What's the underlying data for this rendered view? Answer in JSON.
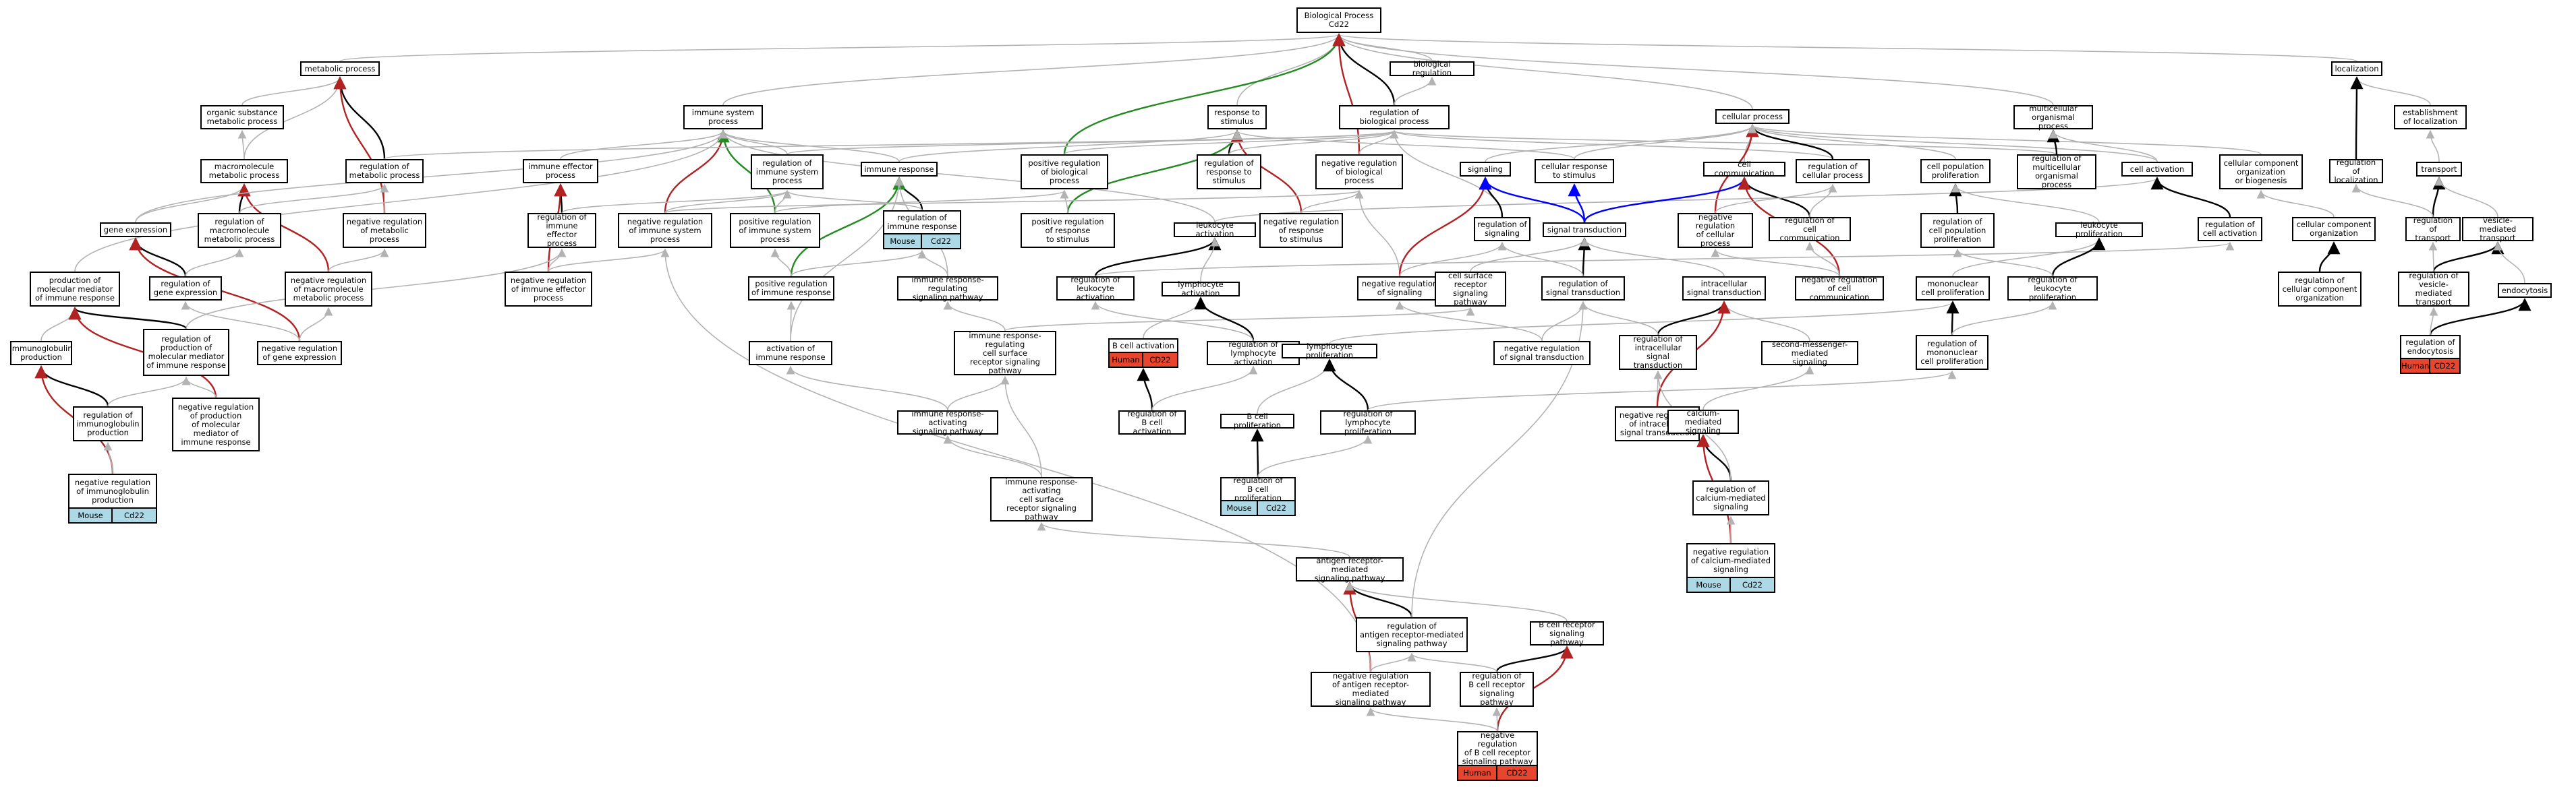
{
  "colors": {
    "gray": "#b3b3b3",
    "black": "#000000",
    "red": "#b22222",
    "green": "#228b22",
    "blue": "#0000ff",
    "mouse": "#add8e6",
    "human": "#e8452e"
  },
  "nodes": {
    "root": "Biological Process\nCd22",
    "meta": "metabolic process",
    "bioreg": "biological regulation",
    "loc": "localization",
    "orgsub": "organic substance\nmetabolic process",
    "imsys": "immune system\nprocess",
    "resp": "response to\nstimulus",
    "regbio": "regulation of\nbiological process",
    "cellproc": "cellular process",
    "multi": "multicellular\norganismal process",
    "estloc": "establishment\nof localization",
    "macro": "macromolecule\nmetabolic process",
    "regmeta": "regulation of\nmetabolic process",
    "imeff": "immune effector\nprocess",
    "regimsys": "regulation of\nimmune system\nprocess",
    "imresp": "immune response",
    "posbio": "positive regulation\nof biological\nprocess",
    "regresp": "regulation of\nresponse to\nstimulus",
    "negbio": "negative regulation\nof biological\nprocess",
    "signaling": "signaling",
    "cellresp": "cellular response\nto stimulus",
    "cellcomm": "cell communication",
    "regcell": "regulation of\ncellular process",
    "cellpop": "cell population\nproliferation",
    "regmulti": "regulation of\nmulticellular\norganismal process",
    "cellact": "cell activation",
    "ccorg": "cellular component\norganization\nor biogenesis",
    "regloc": "regulation of\nlocalization",
    "transport": "transport",
    "geneexp": "gene expression",
    "regmacro": "regulation of\nmacromolecule\nmetabolic process",
    "negmeta": "negative regulation\nof metabolic\nprocess",
    "regimeff": "regulation of\nimmune effector\nprocess",
    "negimsys": "negative regulation\nof immune system\nprocess",
    "posimsys": "positive regulation\nof immune system\nprocess",
    "regimresp": "regulation of\nimmune response",
    "posresp": "positive regulation\nof response\nto stimulus",
    "leukact": "leukocyte activation",
    "negresp": "negative regulation\nof response\nto stimulus",
    "regsig": "regulation of\nsignaling",
    "sigtrans": "signal transduction",
    "negcell": "negative regulation\nof cellular\nprocess",
    "regcellcomm": "regulation of\ncell communication",
    "regcellpop": "regulation of\ncell population\nproliferation",
    "leukprol": "leukocyte proliferation",
    "regcellact": "regulation of\ncell activation",
    "ccorg2": "cellular component\norganization",
    "regtrans": "regulation of\ntransport",
    "vesicle": "vesicle-mediated\ntransport",
    "prodmol": "production of\nmolecular mediator\nof immune response",
    "reggene": "regulation of\ngene expression",
    "negmacro": "negative regulation\nof macromolecule\nmetabolic process",
    "negimeff": "negative regulation\nof immune effector\nprocess",
    "posimresp": "positive regulation\nof immune response",
    "imrespreg": "immune response-regulating\nsignaling pathway",
    "regleuk": "regulation of\nleukocyte activation",
    "lymphact": "lymphocyte activation",
    "negsig": "negative regulation\nof signaling",
    "cellsurf": "cell surface\nreceptor signaling\npathway",
    "regsigtrans": "regulation of\nsignal transduction",
    "intra": "intracellular\nsignal transduction",
    "negcellcomm": "negative regulation\nof cell communication",
    "mono": "mononuclear\ncell proliferation",
    "regleukprol": "regulation of\nleukocyte proliferation",
    "regccorg": "regulation of\ncellular component\norganization",
    "regves": "regulation of\nvesicle-mediated\ntransport",
    "endo": "endocytosis",
    "igprod": "immunoglobulin\nproduction",
    "regprodmol": "regulation of\nproduction of\nmolecular mediator\nof immune response",
    "negreggene": "negative regulation\nof gene expression",
    "actimresp": "activation of\nimmune response",
    "imrespregcs": "immune response-regulating\ncell surface\nreceptor signaling\npathway",
    "bcellact": "B cell activation",
    "reglymphact": "regulation of\nlymphocyte activation",
    "lymphprol": "lymphocyte proliferation",
    "negsigtrans": "negative regulation\nof signal transduction",
    "regintra": "regulation of\nintracellular\nsignal transduction",
    "secmsg": "second-messenger-mediated\nsignaling",
    "regmono": "regulation of\nmononuclear\ncell proliferation",
    "regendo": "regulation of\nendocytosis",
    "regig": "regulation of\nimmunoglobulin\nproduction",
    "negprodmol": "negative regulation\nof production\nof molecular\nmediator of\nimmune response",
    "imrespact": "immune response-activating\nsignaling pathway",
    "regbcellact": "regulation of\nB cell activation",
    "bcellprol": "B cell proliferation",
    "reglymphprol": "regulation of\nlymphocyte proliferation",
    "negintra": "negative regulation\nof intracellular\nsignal transduction",
    "calcium": "calcium-mediated\nsignaling",
    "negregig": "negative regulation\nof immunoglobulin\nproduction",
    "imrespactcs": "immune response-activating\ncell surface\nreceptor signaling\npathway",
    "regbcellprol": "regulation of\nB cell proliferation",
    "regcalcium": "regulation of\ncalcium-mediated\nsignaling",
    "negcalcium": "negative regulation\nof calcium-mediated\nsignaling",
    "antigen": "antigen receptor-mediated\nsignaling pathway",
    "regantigen": "regulation of\nantigen receptor-mediated\nsignaling pathway",
    "bcellrec": "B cell receptor\nsignaling pathway",
    "negantigen": "negative regulation\nof antigen receptor-mediated\nsignaling pathway",
    "regbcellrec": "regulation of\nB cell receptor\nsignaling pathway",
    "negbcellrec": "negative regulation\nof B cell receptor\nsignaling pathway"
  },
  "tags": {
    "regimresp": {
      "species": "Mouse",
      "gene": "Cd22",
      "kind": "mouse"
    },
    "bcellact": {
      "species": "Human",
      "gene": "CD22",
      "kind": "human"
    },
    "regendo": {
      "species": "Human",
      "gene": "CD22",
      "kind": "human"
    },
    "negregig": {
      "species": "Mouse",
      "gene": "Cd22",
      "kind": "mouse"
    },
    "regbcellprol": {
      "species": "Mouse",
      "gene": "Cd22",
      "kind": "mouse"
    },
    "negcalcium": {
      "species": "Mouse",
      "gene": "Cd22",
      "kind": "mouse"
    },
    "negbcellrec": {
      "species": "Human",
      "gene": "CD22",
      "kind": "human"
    }
  },
  "edges": [
    [
      "meta",
      "root",
      "gray"
    ],
    [
      "bioreg",
      "root",
      "gray"
    ],
    [
      "loc",
      "root",
      "gray"
    ],
    [
      "imsys",
      "root",
      "gray"
    ],
    [
      "resp",
      "root",
      "gray"
    ],
    [
      "regbio",
      "root",
      "black"
    ],
    [
      "cellproc",
      "root",
      "gray"
    ],
    [
      "multi",
      "root",
      "gray"
    ],
    [
      "posbio",
      "root",
      "green"
    ],
    [
      "negbio",
      "root",
      "red"
    ],
    [
      "regbio",
      "bioreg",
      "gray"
    ],
    [
      "orgsub",
      "meta",
      "gray"
    ],
    [
      "estloc",
      "loc",
      "gray"
    ],
    [
      "regloc",
      "loc",
      "black"
    ],
    [
      "macro",
      "orgsub",
      "gray"
    ],
    [
      "macro",
      "meta",
      "gray"
    ],
    [
      "regmeta",
      "meta",
      "black"
    ],
    [
      "negmeta",
      "meta",
      "red"
    ],
    [
      "imeff",
      "imsys",
      "gray"
    ],
    [
      "regimsys",
      "imsys",
      "gray"
    ],
    [
      "imresp",
      "imsys",
      "gray"
    ],
    [
      "negimsys",
      "imsys",
      "red"
    ],
    [
      "posimsys",
      "imsys",
      "green"
    ],
    [
      "regresp",
      "resp",
      "black"
    ],
    [
      "posresp",
      "resp",
      "green"
    ],
    [
      "negresp",
      "resp",
      "red"
    ],
    [
      "imresp",
      "resp",
      "gray"
    ],
    [
      "cellresp",
      "resp",
      "gray"
    ],
    [
      "regmeta",
      "regbio",
      "gray"
    ],
    [
      "regimsys",
      "regbio",
      "gray"
    ],
    [
      "posbio",
      "regbio",
      "gray"
    ],
    [
      "regresp",
      "regbio",
      "gray"
    ],
    [
      "negbio",
      "regbio",
      "gray"
    ],
    [
      "regsig",
      "regbio",
      "gray"
    ],
    [
      "regcell",
      "regbio",
      "gray"
    ],
    [
      "regmulti",
      "regbio",
      "gray"
    ],
    [
      "signaling",
      "cellproc",
      "gray"
    ],
    [
      "cellcomm",
      "cellproc",
      "gray"
    ],
    [
      "regcell",
      "cellproc",
      "black"
    ],
    [
      "negcell",
      "cellproc",
      "red"
    ],
    [
      "cellpop",
      "cellproc",
      "gray"
    ],
    [
      "cellact",
      "cellproc",
      "gray"
    ],
    [
      "ccorg",
      "cellproc",
      "gray"
    ],
    [
      "cellresp",
      "cellproc",
      "gray"
    ],
    [
      "regmulti",
      "multi",
      "black"
    ],
    [
      "cellact",
      "multi",
      "gray"
    ],
    [
      "transport",
      "estloc",
      "gray"
    ],
    [
      "geneexp",
      "macro",
      "gray"
    ],
    [
      "regmacro",
      "macro",
      "black"
    ],
    [
      "negmacro",
      "macro",
      "red"
    ],
    [
      "regmacro",
      "regmeta",
      "gray"
    ],
    [
      "negmeta",
      "regmeta",
      "gray"
    ],
    [
      "regimeff",
      "imeff",
      "black"
    ],
    [
      "negimeff",
      "imeff",
      "red"
    ],
    [
      "regimeff",
      "regimsys",
      "gray"
    ],
    [
      "negimsys",
      "regimsys",
      "gray"
    ],
    [
      "posimsys",
      "regimsys",
      "gray"
    ],
    [
      "regimresp",
      "imresp",
      "black"
    ],
    [
      "posimresp",
      "imresp",
      "green"
    ],
    [
      "regimresp",
      "regimsys",
      "gray"
    ],
    [
      "leukact",
      "imsys",
      "gray"
    ],
    [
      "leukact",
      "cellact",
      "gray"
    ],
    [
      "posresp",
      "posbio",
      "gray"
    ],
    [
      "posimsys",
      "posbio",
      "gray"
    ],
    [
      "negresp",
      "negbio",
      "gray"
    ],
    [
      "negimsys",
      "negbio",
      "gray"
    ],
    [
      "negsig",
      "negbio",
      "gray"
    ],
    [
      "regsig",
      "signaling",
      "black"
    ],
    [
      "negsig",
      "signaling",
      "red"
    ],
    [
      "sigtrans",
      "signaling",
      "blue"
    ],
    [
      "sigtrans",
      "cellresp",
      "blue"
    ],
    [
      "sigtrans",
      "cellcomm",
      "blue"
    ],
    [
      "regcellcomm",
      "cellcomm",
      "black"
    ],
    [
      "negcellcomm",
      "cellcomm",
      "red"
    ],
    [
      "regcellcomm",
      "regcell",
      "gray"
    ],
    [
      "negcell",
      "regcell",
      "gray"
    ],
    [
      "regcellpop",
      "cellpop",
      "black"
    ],
    [
      "leukprol",
      "cellpop",
      "gray"
    ],
    [
      "regcellact",
      "cellact",
      "black"
    ],
    [
      "ccorg2",
      "ccorg",
      "gray"
    ],
    [
      "regtrans",
      "transport",
      "black"
    ],
    [
      "vesicle",
      "transport",
      "gray"
    ],
    [
      "regtrans",
      "regloc",
      "gray"
    ],
    [
      "prodmol",
      "imsys",
      "gray"
    ],
    [
      "geneexp",
      "imsys",
      "gray"
    ],
    [
      "reggene",
      "geneexp",
      "black"
    ],
    [
      "negreggene",
      "geneexp",
      "red"
    ],
    [
      "reggene",
      "regmacro",
      "gray"
    ],
    [
      "negmacro",
      "negmeta",
      "gray"
    ],
    [
      "negreggene",
      "negmacro",
      "gray"
    ],
    [
      "negimeff",
      "regimeff",
      "gray"
    ],
    [
      "negimeff",
      "negimsys",
      "gray"
    ],
    [
      "posimresp",
      "posimsys",
      "gray"
    ],
    [
      "posimresp",
      "regimresp",
      "gray"
    ],
    [
      "imrespreg",
      "imresp",
      "gray"
    ],
    [
      "imrespreg",
      "regimresp",
      "gray"
    ],
    [
      "regleuk",
      "leukact",
      "black"
    ],
    [
      "lymphact",
      "leukact",
      "gray"
    ],
    [
      "regleuk",
      "regcellact",
      "gray"
    ],
    [
      "negsig",
      "regsig",
      "gray"
    ],
    [
      "cellsurf",
      "sigtrans",
      "gray"
    ],
    [
      "regsigtrans",
      "sigtrans",
      "black"
    ],
    [
      "regsigtrans",
      "regsig",
      "gray"
    ],
    [
      "intra",
      "sigtrans",
      "gray"
    ],
    [
      "negcellcomm",
      "regcellcomm",
      "gray"
    ],
    [
      "negcellcomm",
      "negcell",
      "gray"
    ],
    [
      "mono",
      "leukprol",
      "gray"
    ],
    [
      "regleukprol",
      "leukprol",
      "black"
    ],
    [
      "regleukprol",
      "regcellpop",
      "gray"
    ],
    [
      "regccorg",
      "ccorg2",
      "black"
    ],
    [
      "regves",
      "vesicle",
      "black"
    ],
    [
      "endo",
      "vesicle",
      "gray"
    ],
    [
      "regves",
      "regtrans",
      "gray"
    ],
    [
      "igprod",
      "prodmol",
      "gray"
    ],
    [
      "regprodmol",
      "prodmol",
      "black"
    ],
    [
      "negprodmol",
      "prodmol",
      "red"
    ],
    [
      "regprodmol",
      "regimeff",
      "gray"
    ],
    [
      "negreggene",
      "reggene",
      "gray"
    ],
    [
      "actimresp",
      "imresp",
      "gray"
    ],
    [
      "actimresp",
      "posimresp",
      "gray"
    ],
    [
      "imrespregcs",
      "imrespreg",
      "gray"
    ],
    [
      "imrespregcs",
      "cellsurf",
      "gray"
    ],
    [
      "bcellact",
      "lymphact",
      "gray"
    ],
    [
      "reglymphact",
      "lymphact",
      "black"
    ],
    [
      "reglymphact",
      "regleuk",
      "gray"
    ],
    [
      "lymphprol",
      "mono",
      "gray"
    ],
    [
      "negsigtrans",
      "regsigtrans",
      "gray"
    ],
    [
      "negsigtrans",
      "negsig",
      "gray"
    ],
    [
      "regintra",
      "intra",
      "black"
    ],
    [
      "regintra",
      "regsigtrans",
      "gray"
    ],
    [
      "secmsg",
      "intra",
      "gray"
    ],
    [
      "regmono",
      "mono",
      "black"
    ],
    [
      "regmono",
      "regleukprol",
      "gray"
    ],
    [
      "regendo",
      "endo",
      "black"
    ],
    [
      "regendo",
      "regves",
      "gray"
    ],
    [
      "regig",
      "igprod",
      "black"
    ],
    [
      "negregig",
      "igprod",
      "red"
    ],
    [
      "regig",
      "regprodmol",
      "gray"
    ],
    [
      "negprodmol",
      "regprodmol",
      "gray"
    ],
    [
      "imrespact",
      "imrespregcs",
      "gray"
    ],
    [
      "imrespact",
      "actimresp",
      "gray"
    ],
    [
      "regbcellact",
      "bcellact",
      "black"
    ],
    [
      "regbcellact",
      "reglymphact",
      "gray"
    ],
    [
      "bcellprol",
      "lymphprol",
      "gray"
    ],
    [
      "reglymphprol",
      "lymphprol",
      "black"
    ],
    [
      "reglymphprol",
      "regmono",
      "gray"
    ],
    [
      "negintra",
      "regintra",
      "gray"
    ],
    [
      "negintra",
      "intra",
      "red"
    ],
    [
      "calcium",
      "secmsg",
      "gray"
    ],
    [
      "negregig",
      "regig",
      "gray"
    ],
    [
      "imrespactcs",
      "imrespregcs",
      "gray"
    ],
    [
      "imrespactcs",
      "imrespact",
      "gray"
    ],
    [
      "regbcellprol",
      "bcellprol",
      "black"
    ],
    [
      "regbcellprol",
      "reglymphprol",
      "gray"
    ],
    [
      "regcalcium",
      "calcium",
      "black"
    ],
    [
      "regcalcium",
      "regintra",
      "gray"
    ],
    [
      "negcalcium",
      "calcium",
      "red"
    ],
    [
      "negcalcium",
      "regcalcium",
      "gray"
    ],
    [
      "antigen",
      "imrespactcs",
      "gray"
    ],
    [
      "regantigen",
      "antigen",
      "black"
    ],
    [
      "negantigen",
      "antigen",
      "red"
    ],
    [
      "regantigen",
      "regsigtrans",
      "gray"
    ],
    [
      "bcellrec",
      "antigen",
      "gray"
    ],
    [
      "negantigen",
      "regantigen",
      "gray"
    ],
    [
      "negantigen",
      "negimsys",
      "gray"
    ],
    [
      "regbcellrec",
      "bcellrec",
      "black"
    ],
    [
      "regbcellrec",
      "regantigen",
      "gray"
    ],
    [
      "negbcellrec",
      "bcellrec",
      "red"
    ],
    [
      "negbcellrec",
      "regbcellrec",
      "gray"
    ],
    [
      "negbcellrec",
      "negantigen",
      "gray"
    ]
  ]
}
